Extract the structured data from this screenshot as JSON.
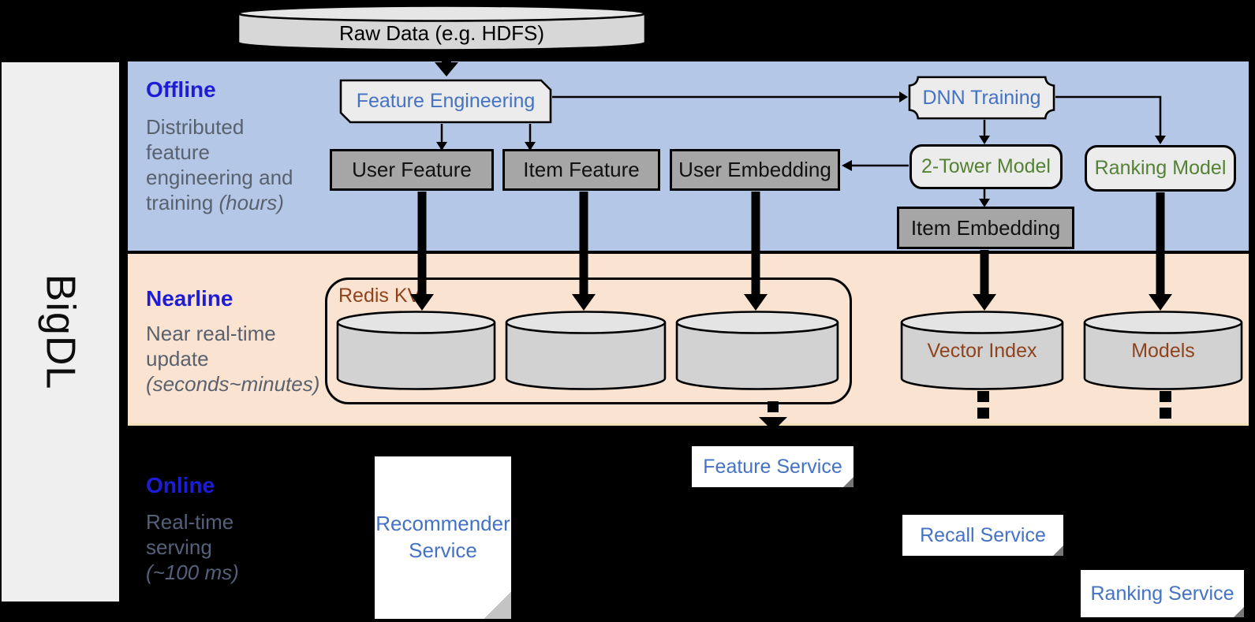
{
  "brand": "BigDL",
  "raw_data_label": "Raw Data (e.g. HDFS)",
  "colors": {
    "band_offline": "#b4c7e7",
    "band_nearline": "#fbe3d1",
    "accent_heading": "#1d1dd6",
    "text_blue": "#4472c4",
    "text_green": "#548235",
    "text_brown": "#8f431d",
    "desc_gray": "#59616f",
    "desc_slate": "#55617a",
    "box_gray": "#a6a6a6",
    "box_light": "#ececec"
  },
  "bands": {
    "offline": {
      "heading": "Offline",
      "desc_lines": [
        "Distributed",
        "feature",
        "engineering and"
      ],
      "desc_last": "training ",
      "desc_italic": "(hours)"
    },
    "nearline": {
      "heading": "Nearline",
      "desc_lines": [
        "Near real-time",
        "update"
      ],
      "desc_last": "",
      "desc_italic": "(seconds~minutes)"
    },
    "online": {
      "heading": "Online",
      "desc_lines": [
        "Real-time",
        "serving"
      ],
      "desc_last": "",
      "desc_italic": "(~100 ms)"
    }
  },
  "nodes": {
    "feature_engineering": "Feature Engineering",
    "dnn_training": "DNN Training",
    "user_feature": "User Feature",
    "item_feature": "Item Feature",
    "user_embedding": "User Embedding",
    "two_tower_model": "2-Tower Model",
    "ranking_model": "Ranking Model",
    "item_embedding": "Item Embedding",
    "redis_kv": "Redis KV",
    "vector_index": "Vector Index",
    "models": "Models",
    "recommender_service": "Recommender Service",
    "feature_service": "Feature Service",
    "recall_service": "Recall Service",
    "ranking_service": "Ranking Service"
  }
}
